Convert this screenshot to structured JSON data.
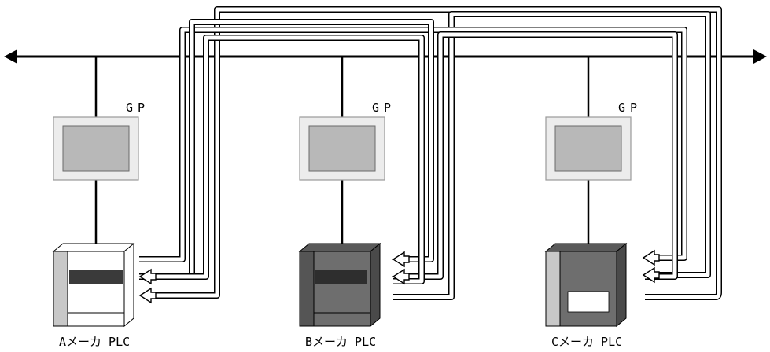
{
  "nodes": [
    {
      "id": "a",
      "gp_label": "GP",
      "plc_label": "Aメーカ PLC",
      "plc_style": "light"
    },
    {
      "id": "b",
      "gp_label": "GP",
      "plc_label": "Bメーカ PLC",
      "plc_style": "dark"
    },
    {
      "id": "c",
      "gp_label": "GP",
      "plc_label": "Cメーカ PLC",
      "plc_style": "dark-window"
    }
  ],
  "colors": {
    "line": "#000000",
    "gp_bezel": "#ececec",
    "gp_screen": "#b8b8b8",
    "plc_light": "#ffffff",
    "plc_dark": "#6e6e6e",
    "plc_side_light": "#c8c8c8",
    "plc_band": "#3a3a3a"
  }
}
